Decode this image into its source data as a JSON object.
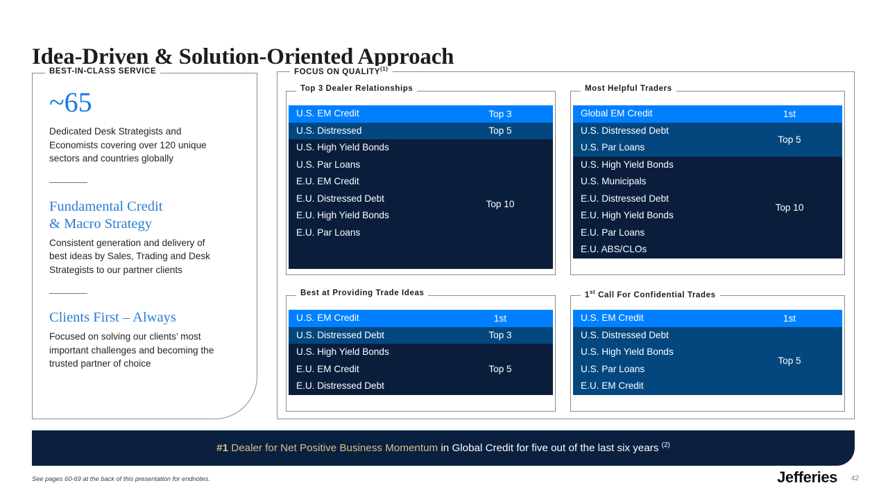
{
  "slide": {
    "title": "Idea-Driven & Solution-Oriented Approach",
    "page_number": "42",
    "brand": "Jefferies",
    "footnote": "See pages 60-69 at the back of this presentation for endnotes."
  },
  "colors": {
    "accent_blue": "#0080FF",
    "mid_blue": "#04477F",
    "dark_navy": "#0A1E3C",
    "heading_blue": "#2B7CD3",
    "stat_blue": "#1478E3",
    "banner_bg": "#0B1F3F",
    "banner_gold": "#D9C089"
  },
  "left_panel": {
    "legend": "BEST-IN-CLASS SERVICE",
    "stat": "~65",
    "stat_description": "Dedicated Desk Strategists and Economists covering over 120 unique sectors and countries globally",
    "blocks": [
      {
        "heading_line1": "Fundamental Credit",
        "heading_line2": "& Macro Strategy",
        "body": "Consistent generation and delivery of best ideas by Sales, Trading and Desk Strategists to our partner clients"
      },
      {
        "heading_line1": "Clients First – Always",
        "heading_line2": "",
        "body": "Focused on solving our clients’ most important challenges and becoming the trusted partner of choice"
      }
    ]
  },
  "right_panel": {
    "legend": "FOCUS ON QUALITY",
    "legend_footnote": "(1)",
    "cards": [
      {
        "id": "dealer",
        "title": "Top 3 Dealer Relationships",
        "title_sup": "",
        "segments": [
          {
            "tone": "bright",
            "rank": "Top 3",
            "rows": [
              "U.S. EM Credit"
            ]
          },
          {
            "tone": "mid",
            "rank": "Top 5",
            "rows": [
              "U.S. Distressed"
            ]
          },
          {
            "tone": "dark",
            "rank": "Top 10",
            "rows": [
              "U.S. High Yield Bonds",
              "U.S. Par Loans",
              "E.U. EM Credit",
              "E.U. Distressed Debt",
              "E.U. High Yield Bonds",
              "E.U. Par Loans"
            ],
            "extra_pad": 40
          }
        ]
      },
      {
        "id": "traders",
        "title": "Most Helpful Traders",
        "title_sup": "",
        "segments": [
          {
            "tone": "bright",
            "rank": "1st",
            "rows": [
              "Global EM Credit"
            ]
          },
          {
            "tone": "mid",
            "rank": "Top 5",
            "rows": [
              "U.S. Distressed Debt",
              "U.S. Par Loans"
            ]
          },
          {
            "tone": "dark",
            "rank": "Top 10",
            "rows": [
              "U.S. High Yield Bonds",
              "U.S. Municipals",
              "E.U. Distressed Debt",
              "E.U. High Yield Bonds",
              "E.U. Par Loans",
              "E.U. ABS/CLOs"
            ],
            "extra_pad": 0
          }
        ]
      },
      {
        "id": "ideas",
        "title": "Best at Providing Trade Ideas",
        "title_sup": "",
        "segments": [
          {
            "tone": "bright",
            "rank": "1st",
            "rows": [
              "U.S. EM Credit"
            ]
          },
          {
            "tone": "mid",
            "rank": "Top 3",
            "rows": [
              "U.S. Distressed Debt"
            ]
          },
          {
            "tone": "dark",
            "rank": "Top 5",
            "rows": [
              "U.S. High Yield Bonds",
              "E.U. EM Credit",
              "E.U. Distressed Debt"
            ],
            "extra_pad": 0
          }
        ]
      },
      {
        "id": "confidential",
        "title": " Call For Confidential Trades",
        "title_prefix": "1",
        "title_sup": "st",
        "segments": [
          {
            "tone": "bright",
            "rank": "1st",
            "rows": [
              "U.S. EM Credit"
            ]
          },
          {
            "tone": "mid",
            "rank": "Top 5",
            "rows": [
              "U.S. Distressed Debt",
              "U.S. High Yield Bonds",
              "U.S. Par Loans",
              "E.U. EM Credit"
            ],
            "extra_pad": 0
          }
        ]
      }
    ]
  },
  "banner": {
    "gold_bold": "#1",
    "gold_text": " Dealer for Net Positive Business Momentum",
    "white_text": " in Global Credit for five out of the last six years ",
    "footnote": "(2)"
  }
}
